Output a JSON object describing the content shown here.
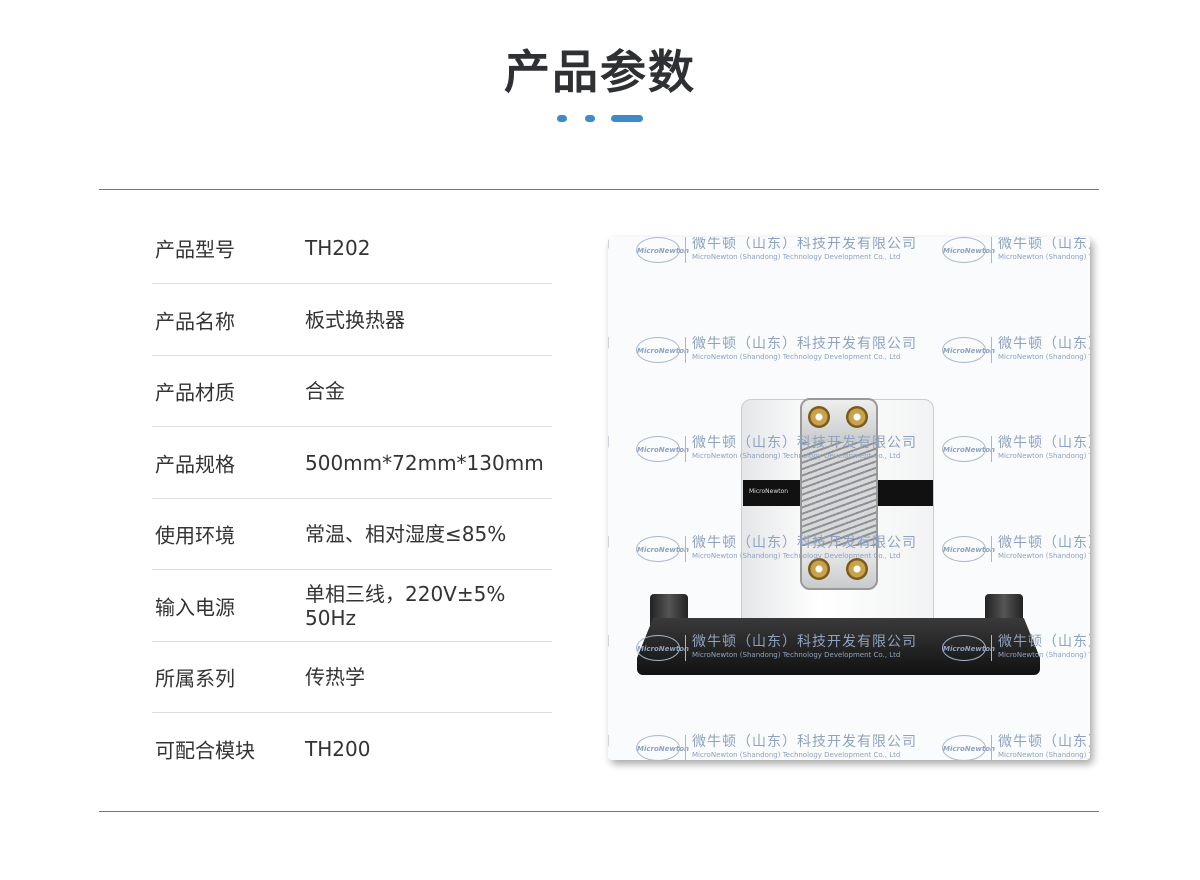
{
  "header": {
    "title": "产品参数",
    "accent": "#3f8bc9"
  },
  "specs": [
    {
      "label": "产品型号",
      "value": "TH202"
    },
    {
      "label": "产品名称",
      "value": "板式换热器"
    },
    {
      "label": "产品材质",
      "value": "合金"
    },
    {
      "label": "产品规格",
      "value": "500mm*72mm*130mm"
    },
    {
      "label": "使用环境",
      "value": "常温、相对湿度≤85%"
    },
    {
      "label": "输入电源",
      "value": "单相三线，220V±5%\n50Hz"
    },
    {
      "label": "所属系列",
      "value": "传热学"
    },
    {
      "label": "可配合模块",
      "value": "TH200"
    }
  ],
  "watermark": {
    "logo": "MicroNewton",
    "cn": "微牛顿（山东）科技开发有限公司",
    "en": "MicroNewton (Shandong) Technology Development Co., Ltd"
  }
}
